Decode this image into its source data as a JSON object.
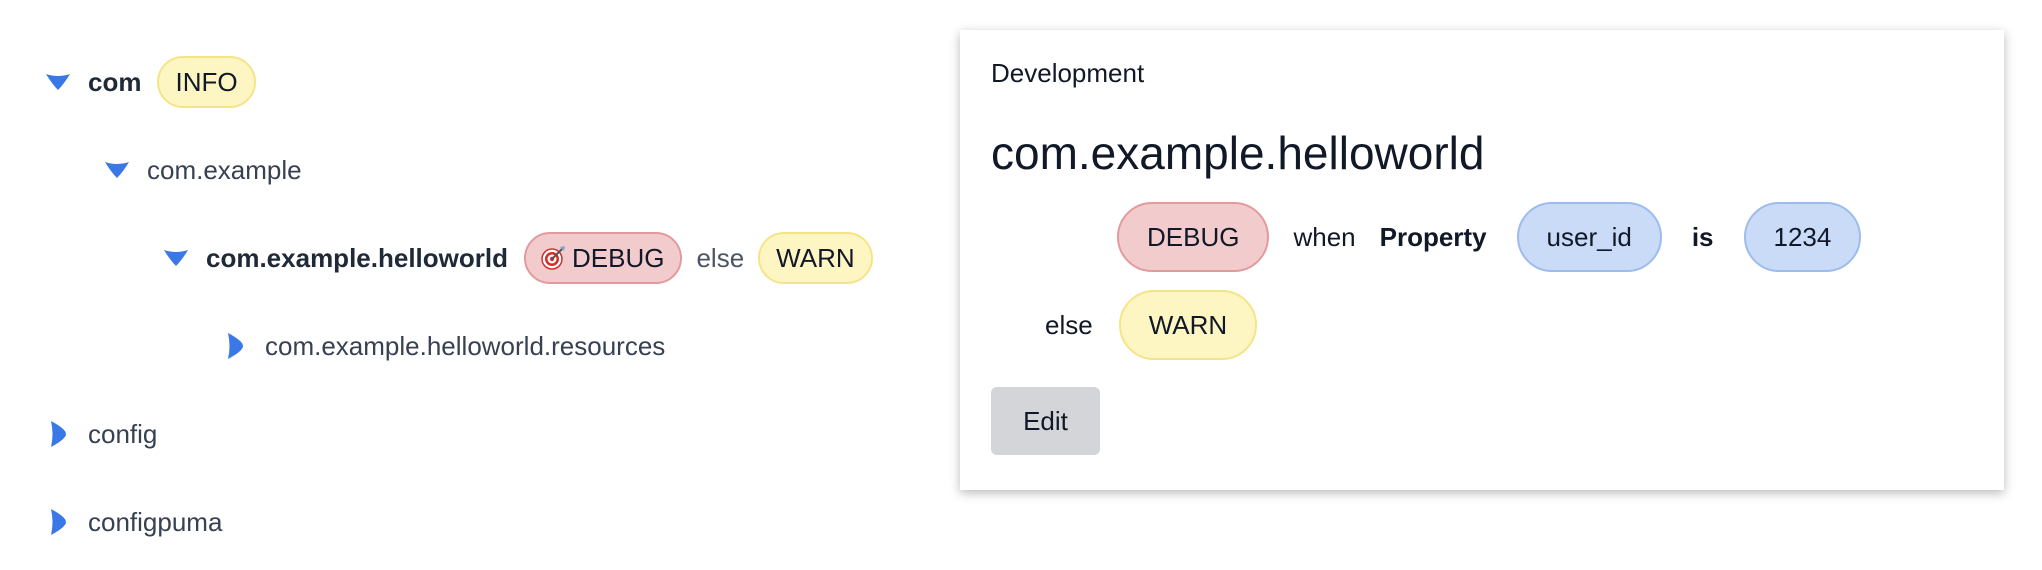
{
  "tree": {
    "nodes": [
      {
        "label": "com",
        "bold": true,
        "expanded": true,
        "level": "INFO"
      },
      {
        "label": "com.example",
        "bold": false,
        "expanded": true
      },
      {
        "label": "com.example.helloworld",
        "bold": true,
        "expanded": true,
        "level": "DEBUG",
        "else_text": "else",
        "else_level": "WARN",
        "level_icon": "target-icon"
      },
      {
        "label": "com.example.helloworld.resources",
        "bold": false,
        "expanded": false
      },
      {
        "label": "config",
        "bold": false,
        "expanded": false
      },
      {
        "label": "configpuma",
        "bold": false,
        "expanded": false
      }
    ]
  },
  "panel": {
    "environment": "Development",
    "title": "com.example.helloworld",
    "rule": {
      "level": "DEBUG",
      "when_text": "when",
      "condition_type": "Property",
      "property_name": "user_id",
      "operator": "is",
      "value": "1234"
    },
    "else_text": "else",
    "else_level": "WARN",
    "edit_label": "Edit"
  },
  "colors": {
    "toggle": "#3b78e7",
    "info_bg": "#fdf6c3",
    "debug_bg": "#f2cccd",
    "condition_bg": "#c9dbf7",
    "edit_bg": "#d4d5d8"
  }
}
